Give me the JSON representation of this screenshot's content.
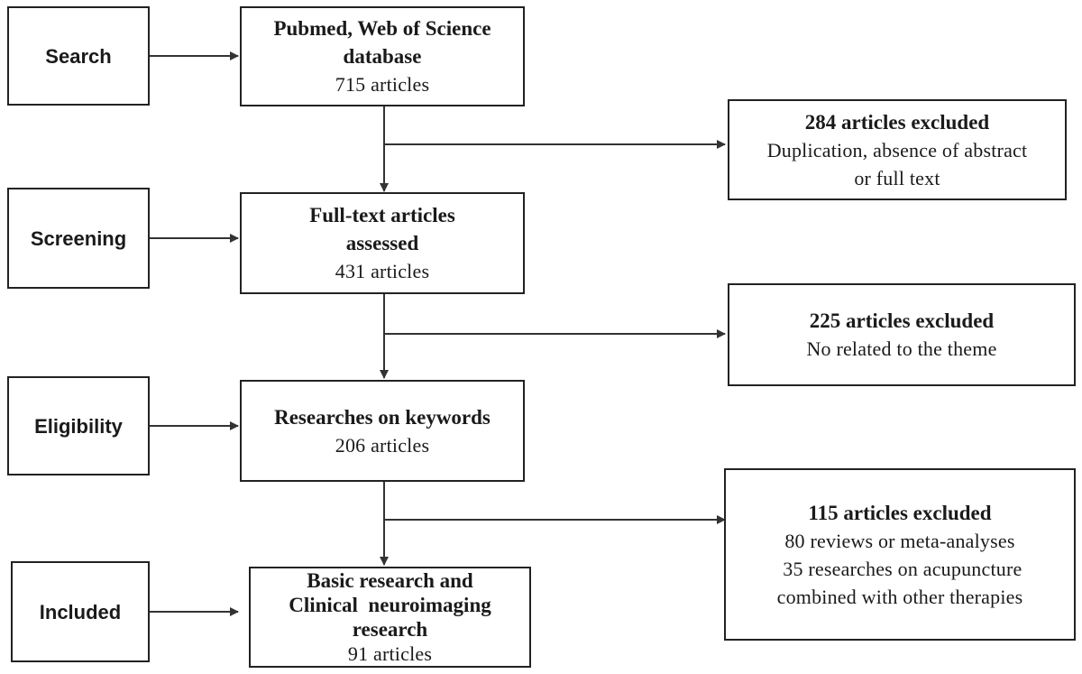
{
  "stages": {
    "search": "Search",
    "screening": "Screening",
    "eligibility": "Eligibility",
    "included": "Included"
  },
  "main_boxes": {
    "identified": {
      "line1": "Pubmed, Web of Science",
      "line2": "database",
      "count": "715 articles"
    },
    "assessed": {
      "line1": "Full-text articles",
      "line2": "assessed",
      "count": "431 articles"
    },
    "keywords": {
      "line1": "Researches on keywords",
      "count": "206 articles"
    },
    "included": {
      "line1": "Basic research and",
      "line2": "Clinical  neuroimaging",
      "line3": "research",
      "count": "91 articles"
    }
  },
  "exclusions": {
    "first": {
      "title": "284 articles excluded",
      "line1": "Duplication, absence of abstract",
      "line2": "or full text"
    },
    "second": {
      "title": "225 articles excluded",
      "line1": "No related to the theme"
    },
    "third": {
      "title": "115 articles excluded",
      "line1": "80 reviews or meta-analyses",
      "line2": " 35 researches on acupuncture",
      "line3": "combined with other therapies"
    }
  },
  "colors": {
    "line": "#333333",
    "border": "#222222"
  }
}
